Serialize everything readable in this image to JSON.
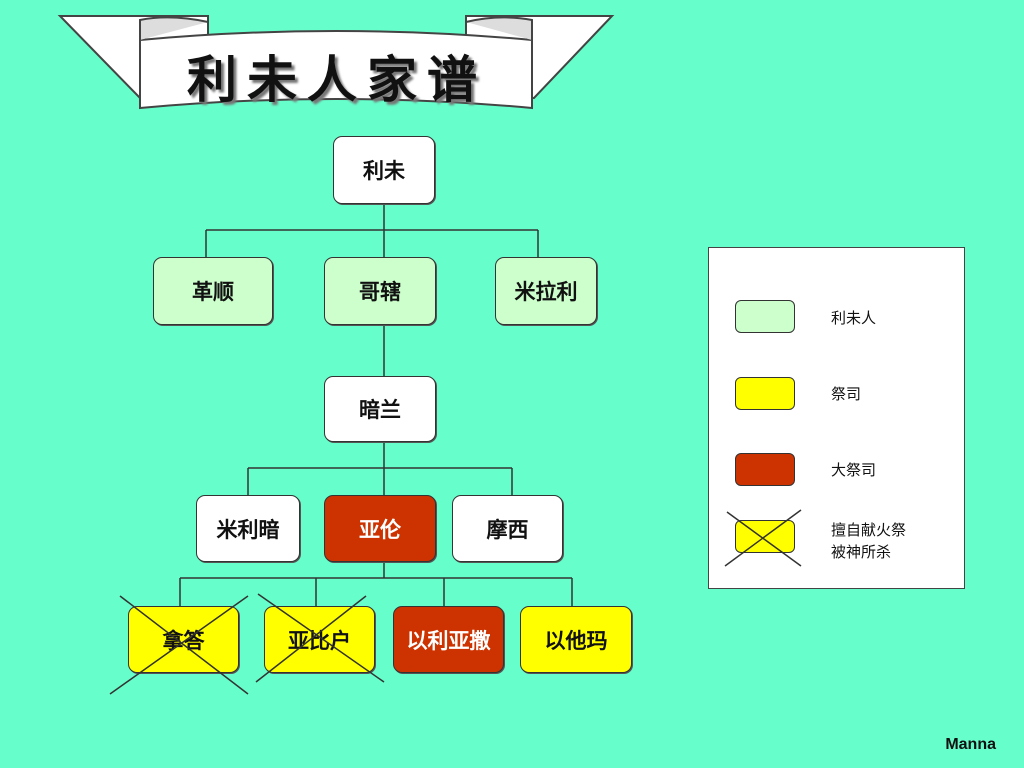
{
  "title": "利未人家谱",
  "colors": {
    "background": "#66ffcc",
    "levite": "#ccffcc",
    "plain": "#ffffff",
    "priest": "#ffff00",
    "high_priest": "#cc3300"
  },
  "tree": {
    "levi": "利未",
    "gershon": "革顺",
    "kohath": "哥辖",
    "merari": "米拉利",
    "amram": "暗兰",
    "miriam": "米利暗",
    "aaron": "亚伦",
    "moses": "摩西",
    "nadab": "拿答",
    "abihu": "亚比户",
    "eleazar": "以利亚撒",
    "ithamar": "以他玛"
  },
  "legend": {
    "levite": "利未人",
    "priest": "祭司",
    "high_priest": "大祭司",
    "struck_line1": "擅自献火祭",
    "struck_line2": "被神所杀"
  },
  "watermark": "Manna"
}
